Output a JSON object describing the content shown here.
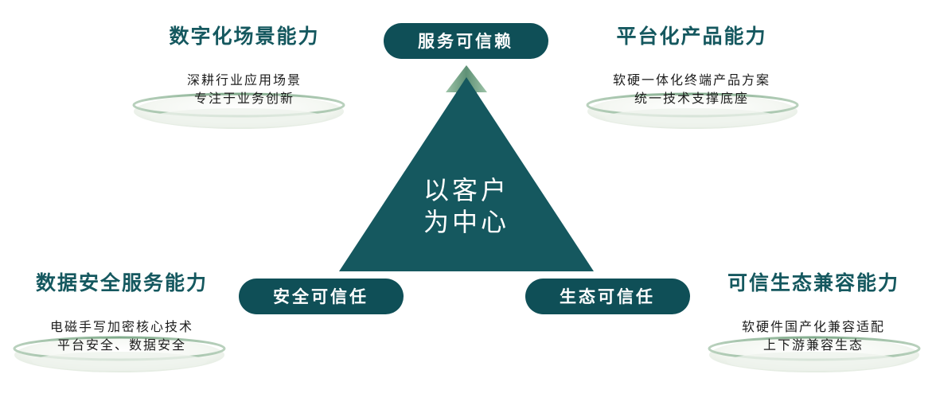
{
  "center": {
    "line1": "以客户",
    "line2": "为中心"
  },
  "pills": {
    "top": "服务可信赖",
    "left": "安全可信任",
    "right": "生态可信任"
  },
  "capabilities": {
    "top_left": {
      "title": "数字化场景能力",
      "line1": "深耕行业应用场景",
      "line2": "专注于业务创新"
    },
    "top_right": {
      "title": "平台化产品能力",
      "line1": "软硬一体化终端产品方案",
      "line2": "统一技术支撑底座"
    },
    "bottom_left": {
      "title": "数据安全服务能力",
      "line1": "电磁手写加密核心技术",
      "line2": "平台安全、数据安全"
    },
    "bottom_right": {
      "title": "可信生态兼容能力",
      "line1": "软硬件国产化兼容适配",
      "line2": "上下游兼容生态"
    }
  },
  "colors": {
    "primary": "#15585f",
    "pill": "#0f4f57",
    "dish_rim": "#8fb89a",
    "dish_fill": "#f3f6f1"
  }
}
